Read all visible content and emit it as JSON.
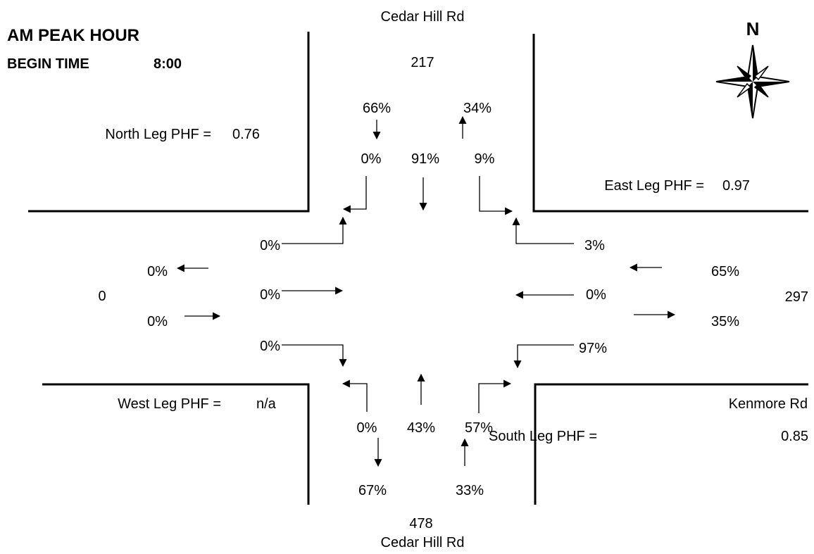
{
  "header": {
    "title": "AM PEAK HOUR",
    "begin_label": "BEGIN TIME",
    "begin_time": "8:00"
  },
  "compass": {
    "label": "N",
    "icon": "compass-rose-icon"
  },
  "streets": {
    "north": "Cedar Hill Rd",
    "south": "Cedar Hill Rd",
    "east": "Kenmore Rd"
  },
  "legs": {
    "north": {
      "phf_label": "North Leg PHF =",
      "phf": "0.76",
      "total": "217",
      "entering_pct": "66%",
      "exiting_pct": "34%",
      "right": "0%",
      "through": "91%",
      "left": "9%"
    },
    "east": {
      "phf_label": "East Leg PHF =",
      "phf": "0.97",
      "total": "297",
      "exiting_pct": "65%",
      "entering_pct": "35%",
      "left": "3%",
      "through": "0%",
      "right": "97%"
    },
    "south": {
      "phf_label": "South Leg PHF =",
      "phf": "0.85",
      "total": "478",
      "exiting_pct": "67%",
      "entering_pct": "33%",
      "left": "0%",
      "through": "43%",
      "right": "57%"
    },
    "west": {
      "phf_label": "West Leg PHF =",
      "phf": "n/a",
      "total": "0",
      "exiting_pct": "0%",
      "entering_pct": "0%",
      "left": "0%",
      "through": "0%",
      "right": "0%"
    }
  }
}
